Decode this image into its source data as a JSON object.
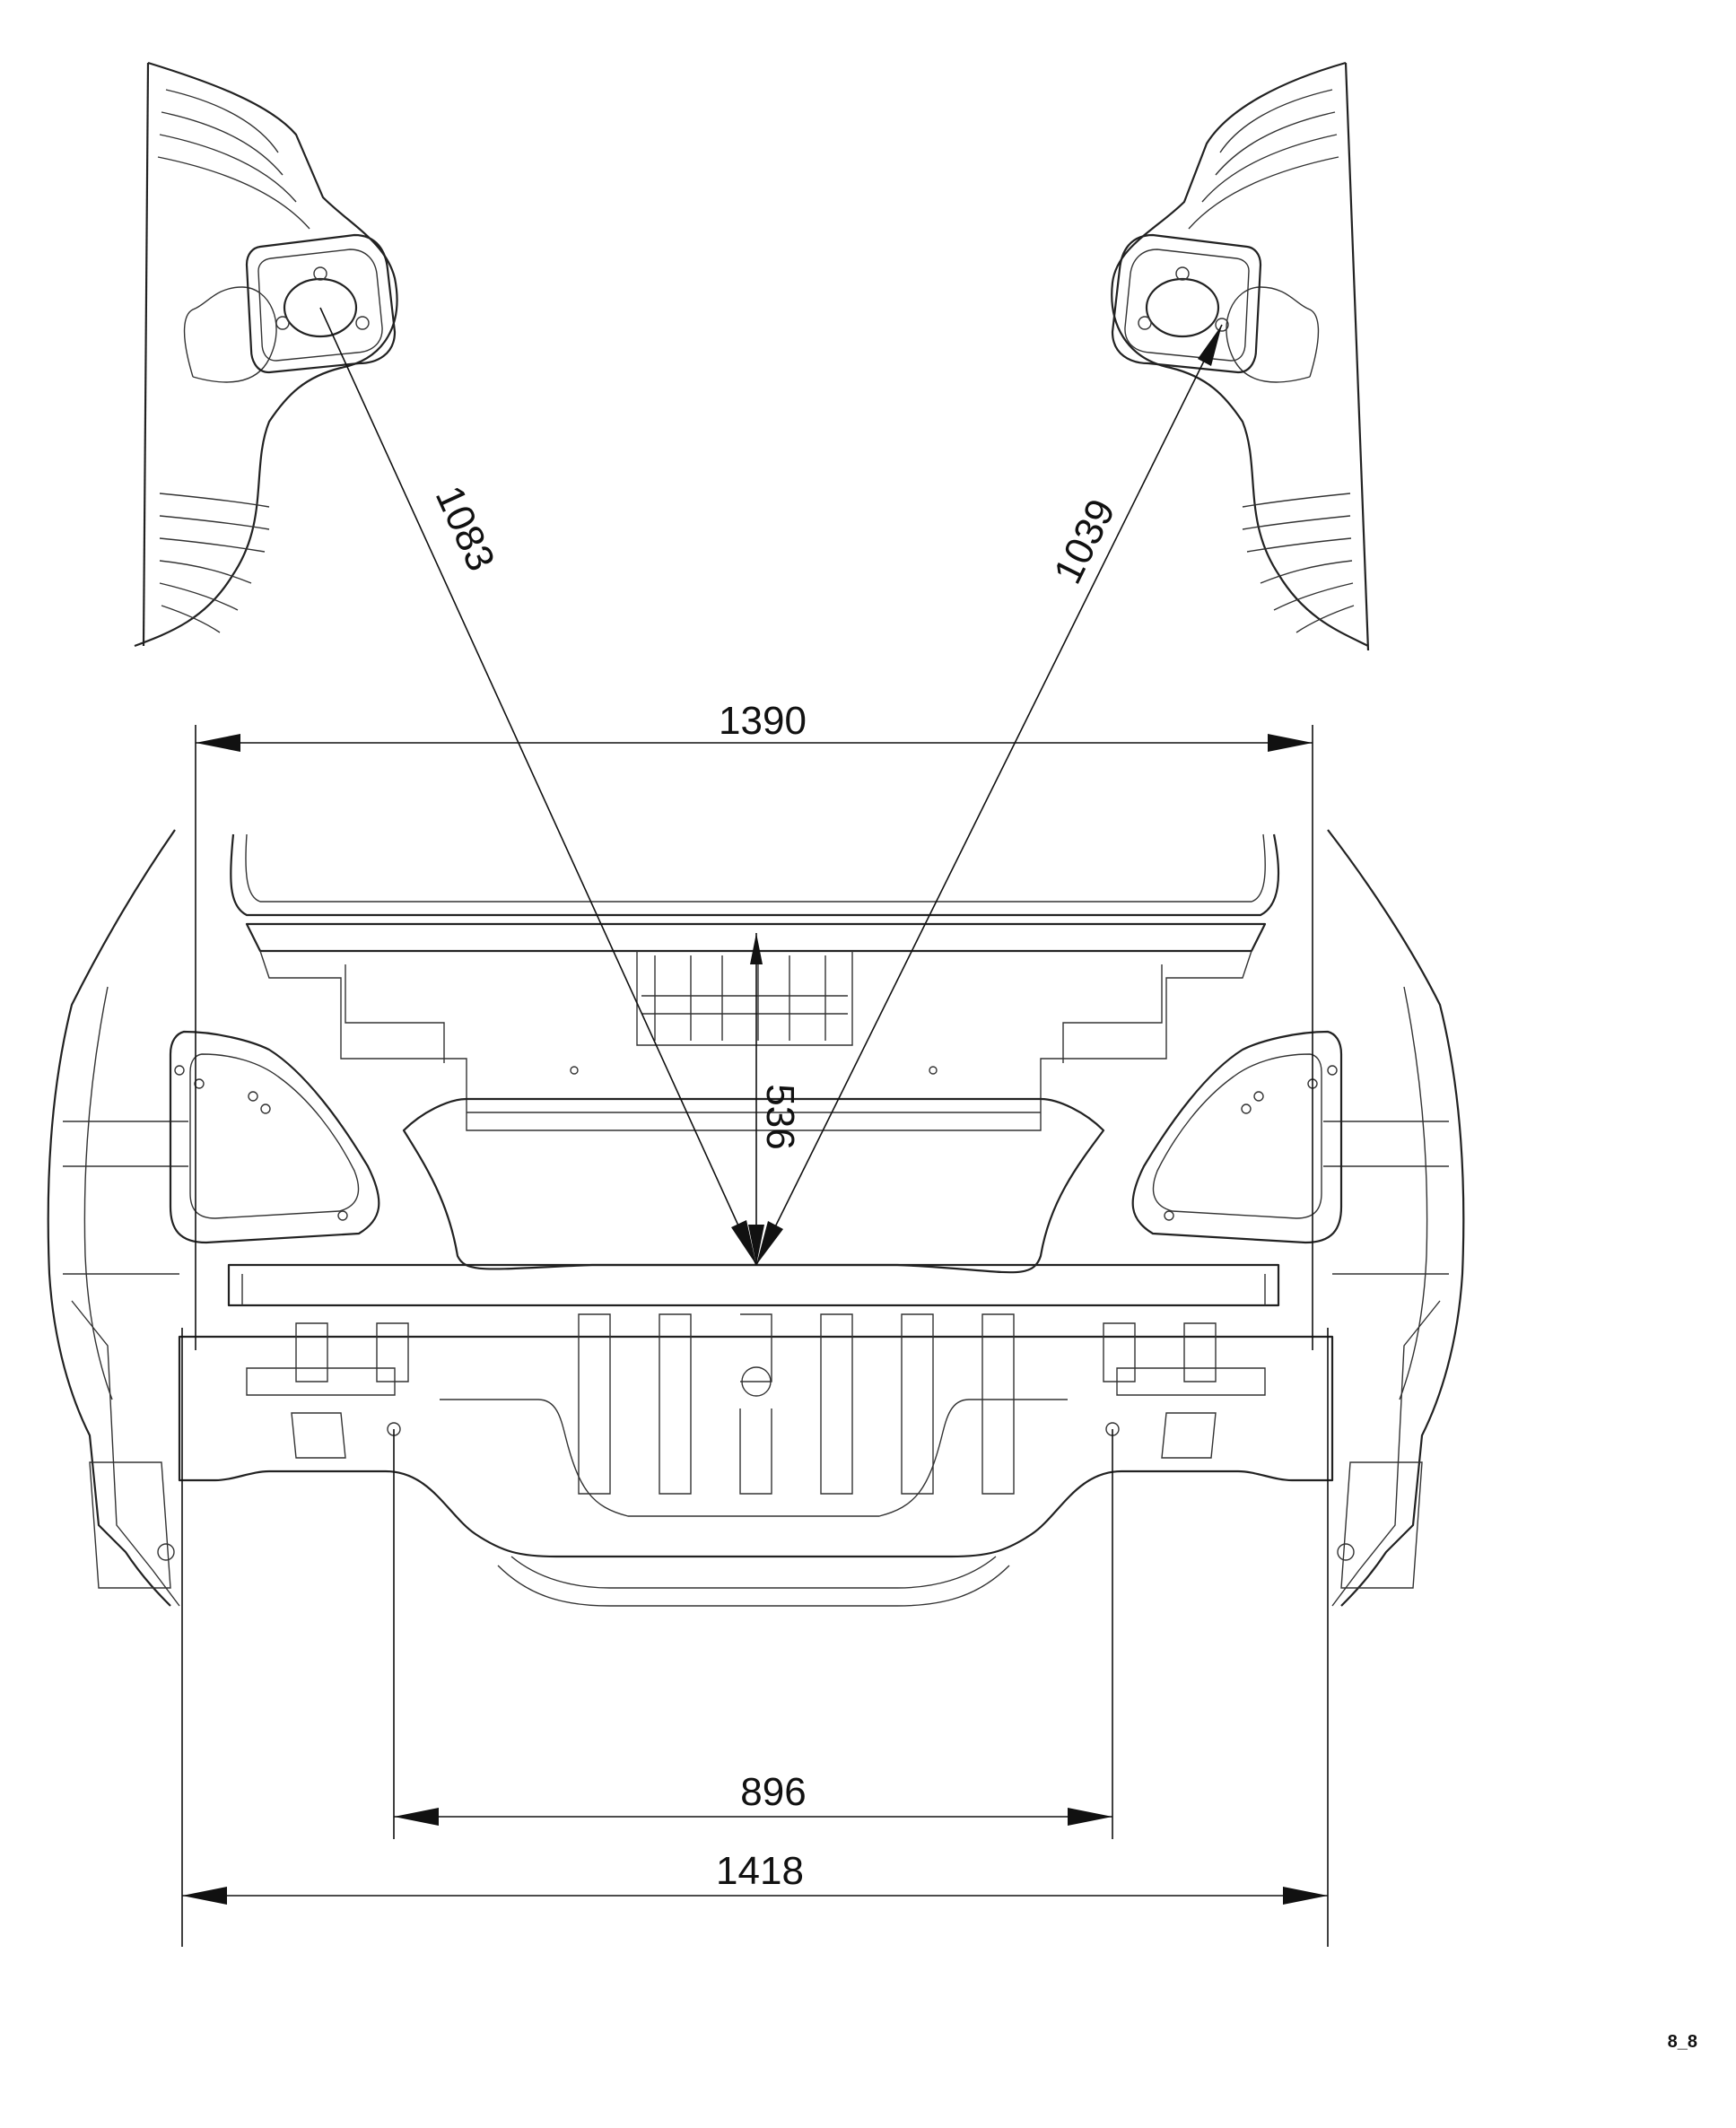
{
  "drawing": {
    "code": "8_8",
    "dimensions": {
      "strut_left_diagonal": "1083",
      "strut_right_diagonal": "1039",
      "upper_width": "1390",
      "vertical": "536",
      "mid_width": "896",
      "lower_width": "1418"
    }
  }
}
